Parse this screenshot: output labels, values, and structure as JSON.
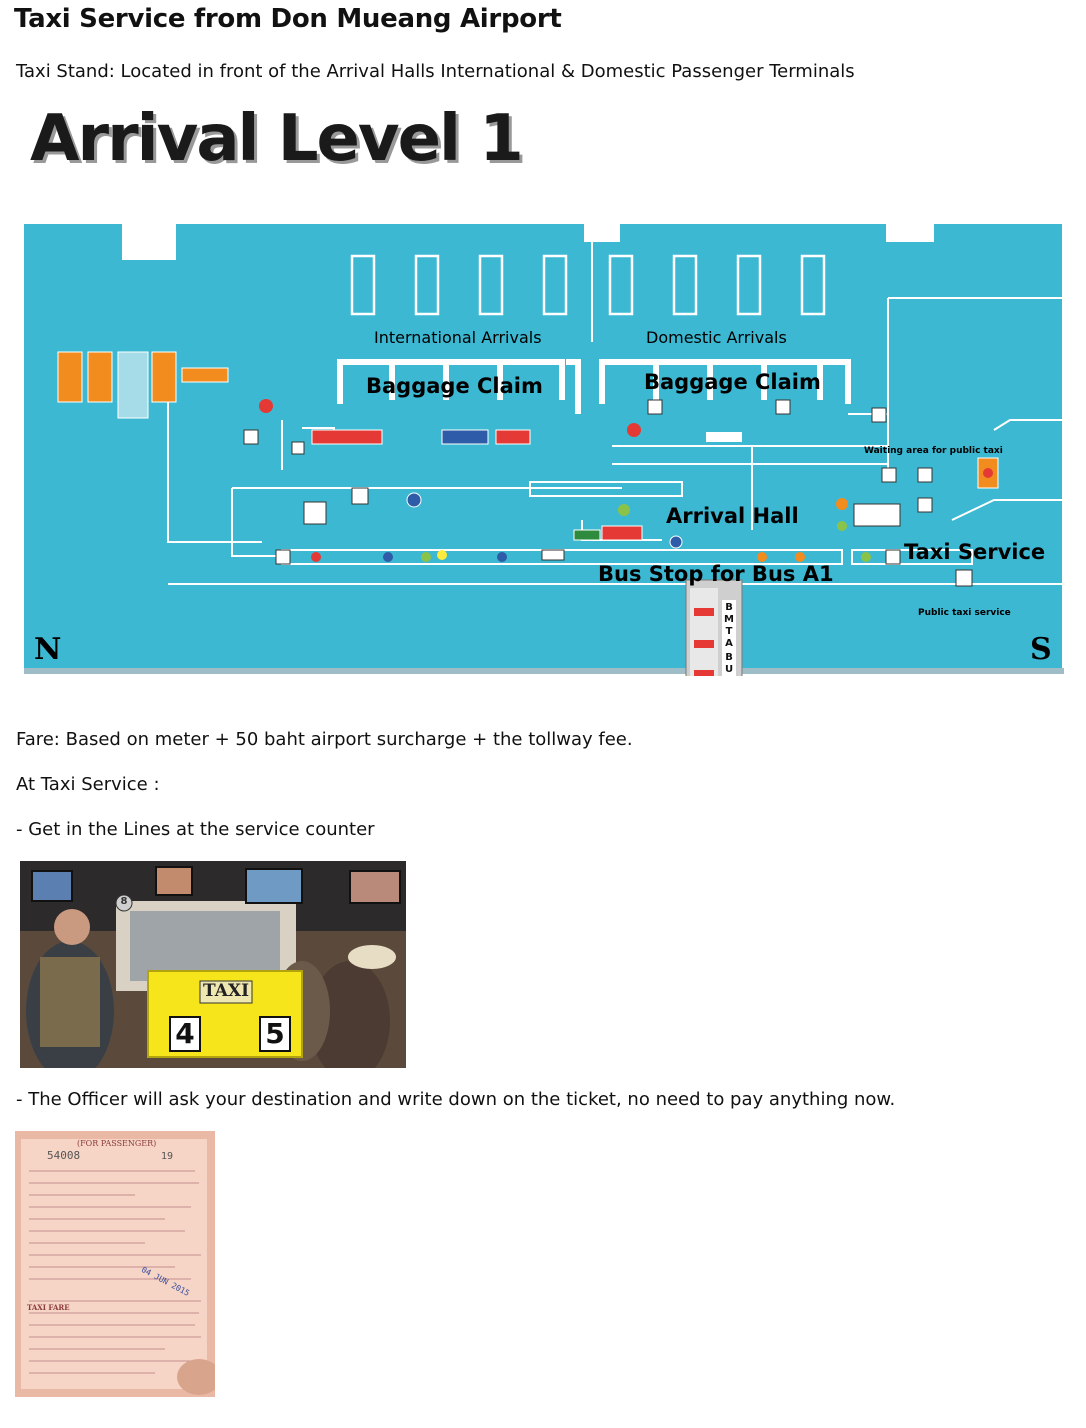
{
  "page_title": "Taxi Service from Don Mueang Airport",
  "taxi_stand_text": "Taxi Stand: Located in front of the Arrival Halls International & Domestic Passenger Terminals",
  "map": {
    "heading": "Arrival Level 1",
    "international_arrivals": "International Arrivals",
    "domestic_arrivals": "Domestic Arrivals",
    "baggage_claim_left": "Baggage Claim",
    "baggage_claim_right": "Baggage Claim",
    "arrival_hall": "Arrival Hall",
    "taxi_service": "Taxi Service",
    "bus_stop": "Bus Stop for Bus A1",
    "waiting_area": "Waiting area for public taxi",
    "public_taxi_service": "Public taxi service",
    "north": "N",
    "south": "S",
    "colors": {
      "water": "#3cb8d2",
      "line": "#ffffff",
      "counter": "#f28c1e",
      "accent": "#e53935"
    }
  },
  "fare_text": "Fare: Based on meter + 50 baht airport surcharge + the tollway fee.",
  "at_taxi_text": "At Taxi Service :",
  "lines_text": "- Get in the Lines at the service counter",
  "photo": {
    "taxi_sign": "TAXI",
    "lane_left": "4",
    "lane_right": "5",
    "gate_number": "8"
  },
  "officer_text": "- The Officer will ask your destination and write down on the ticket, no need to pay anything now.",
  "ticket": {
    "number": "54008",
    "line_no": "19",
    "date_stamp": "04 JUN 2015",
    "header": "(FOR PASSENGER)",
    "taxi_fare": "TAXI FARE"
  }
}
